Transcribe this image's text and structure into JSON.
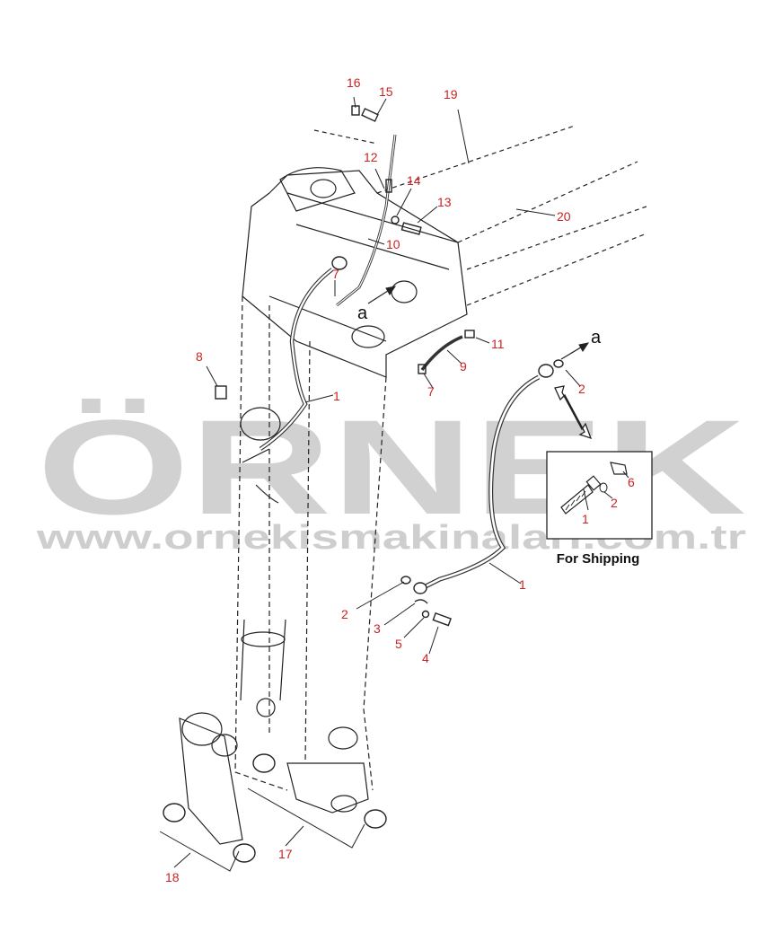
{
  "watermark": {
    "brand": "ÖRNEK",
    "url": "www.ornekismakinalari.com.tr",
    "color": "#c9c9c9",
    "accent": "#f2d37a"
  },
  "diagram": {
    "line_color": "#222222",
    "label_color": "#cc2222",
    "callouts": [
      {
        "id": "16",
        "text": "16"
      },
      {
        "id": "15",
        "text": "15"
      },
      {
        "id": "19",
        "text": "19"
      },
      {
        "id": "12",
        "text": "12"
      },
      {
        "id": "14",
        "text": "14"
      },
      {
        "id": "13",
        "text": "13"
      },
      {
        "id": "20",
        "text": "20"
      },
      {
        "id": "10",
        "text": "10"
      },
      {
        "id": "7a",
        "text": "7"
      },
      {
        "id": "8",
        "text": "8"
      },
      {
        "id": "1a",
        "text": "1"
      },
      {
        "id": "11",
        "text": "11"
      },
      {
        "id": "9",
        "text": "9"
      },
      {
        "id": "7b",
        "text": "7"
      },
      {
        "id": "2a",
        "text": "2"
      },
      {
        "id": "6",
        "text": "6"
      },
      {
        "id": "2b",
        "text": "2"
      },
      {
        "id": "1b",
        "text": "1"
      },
      {
        "id": "1c",
        "text": "1"
      },
      {
        "id": "2c",
        "text": "2"
      },
      {
        "id": "3",
        "text": "3"
      },
      {
        "id": "5",
        "text": "5"
      },
      {
        "id": "4",
        "text": "4"
      },
      {
        "id": "17",
        "text": "17"
      },
      {
        "id": "18",
        "text": "18"
      }
    ],
    "view_markers": [
      {
        "id": "a1",
        "text": "a"
      },
      {
        "id": "a2",
        "text": "a"
      }
    ],
    "inset_caption": "For Shipping"
  }
}
